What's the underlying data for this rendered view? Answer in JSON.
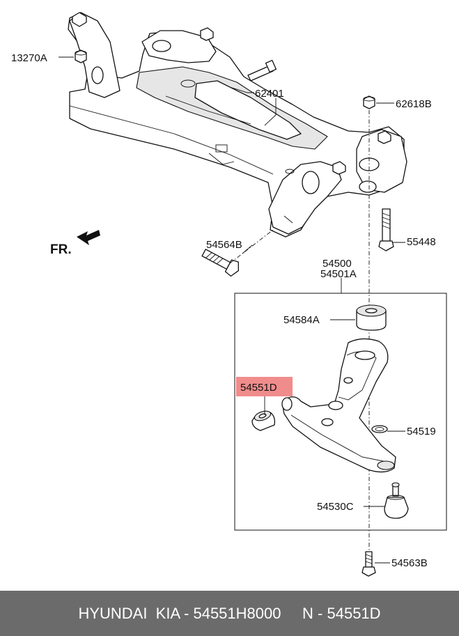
{
  "labels": {
    "p13270A": "13270A",
    "p62401": "62401",
    "p62618B": "62618B",
    "p55448": "55448",
    "p54564B": "54564B",
    "p54500": "54500",
    "p54501A": "54501A",
    "p54584A": "54584A",
    "p54551D": "54551D",
    "p54519": "54519",
    "p54530C": "54530C",
    "p54563B": "54563B"
  },
  "direction": {
    "text": "FR."
  },
  "highlight_color": "#f08c8c",
  "footer": {
    "brand": "HYUNDAI  KIA - 54551H8000",
    "ref": "N - 54551D"
  }
}
